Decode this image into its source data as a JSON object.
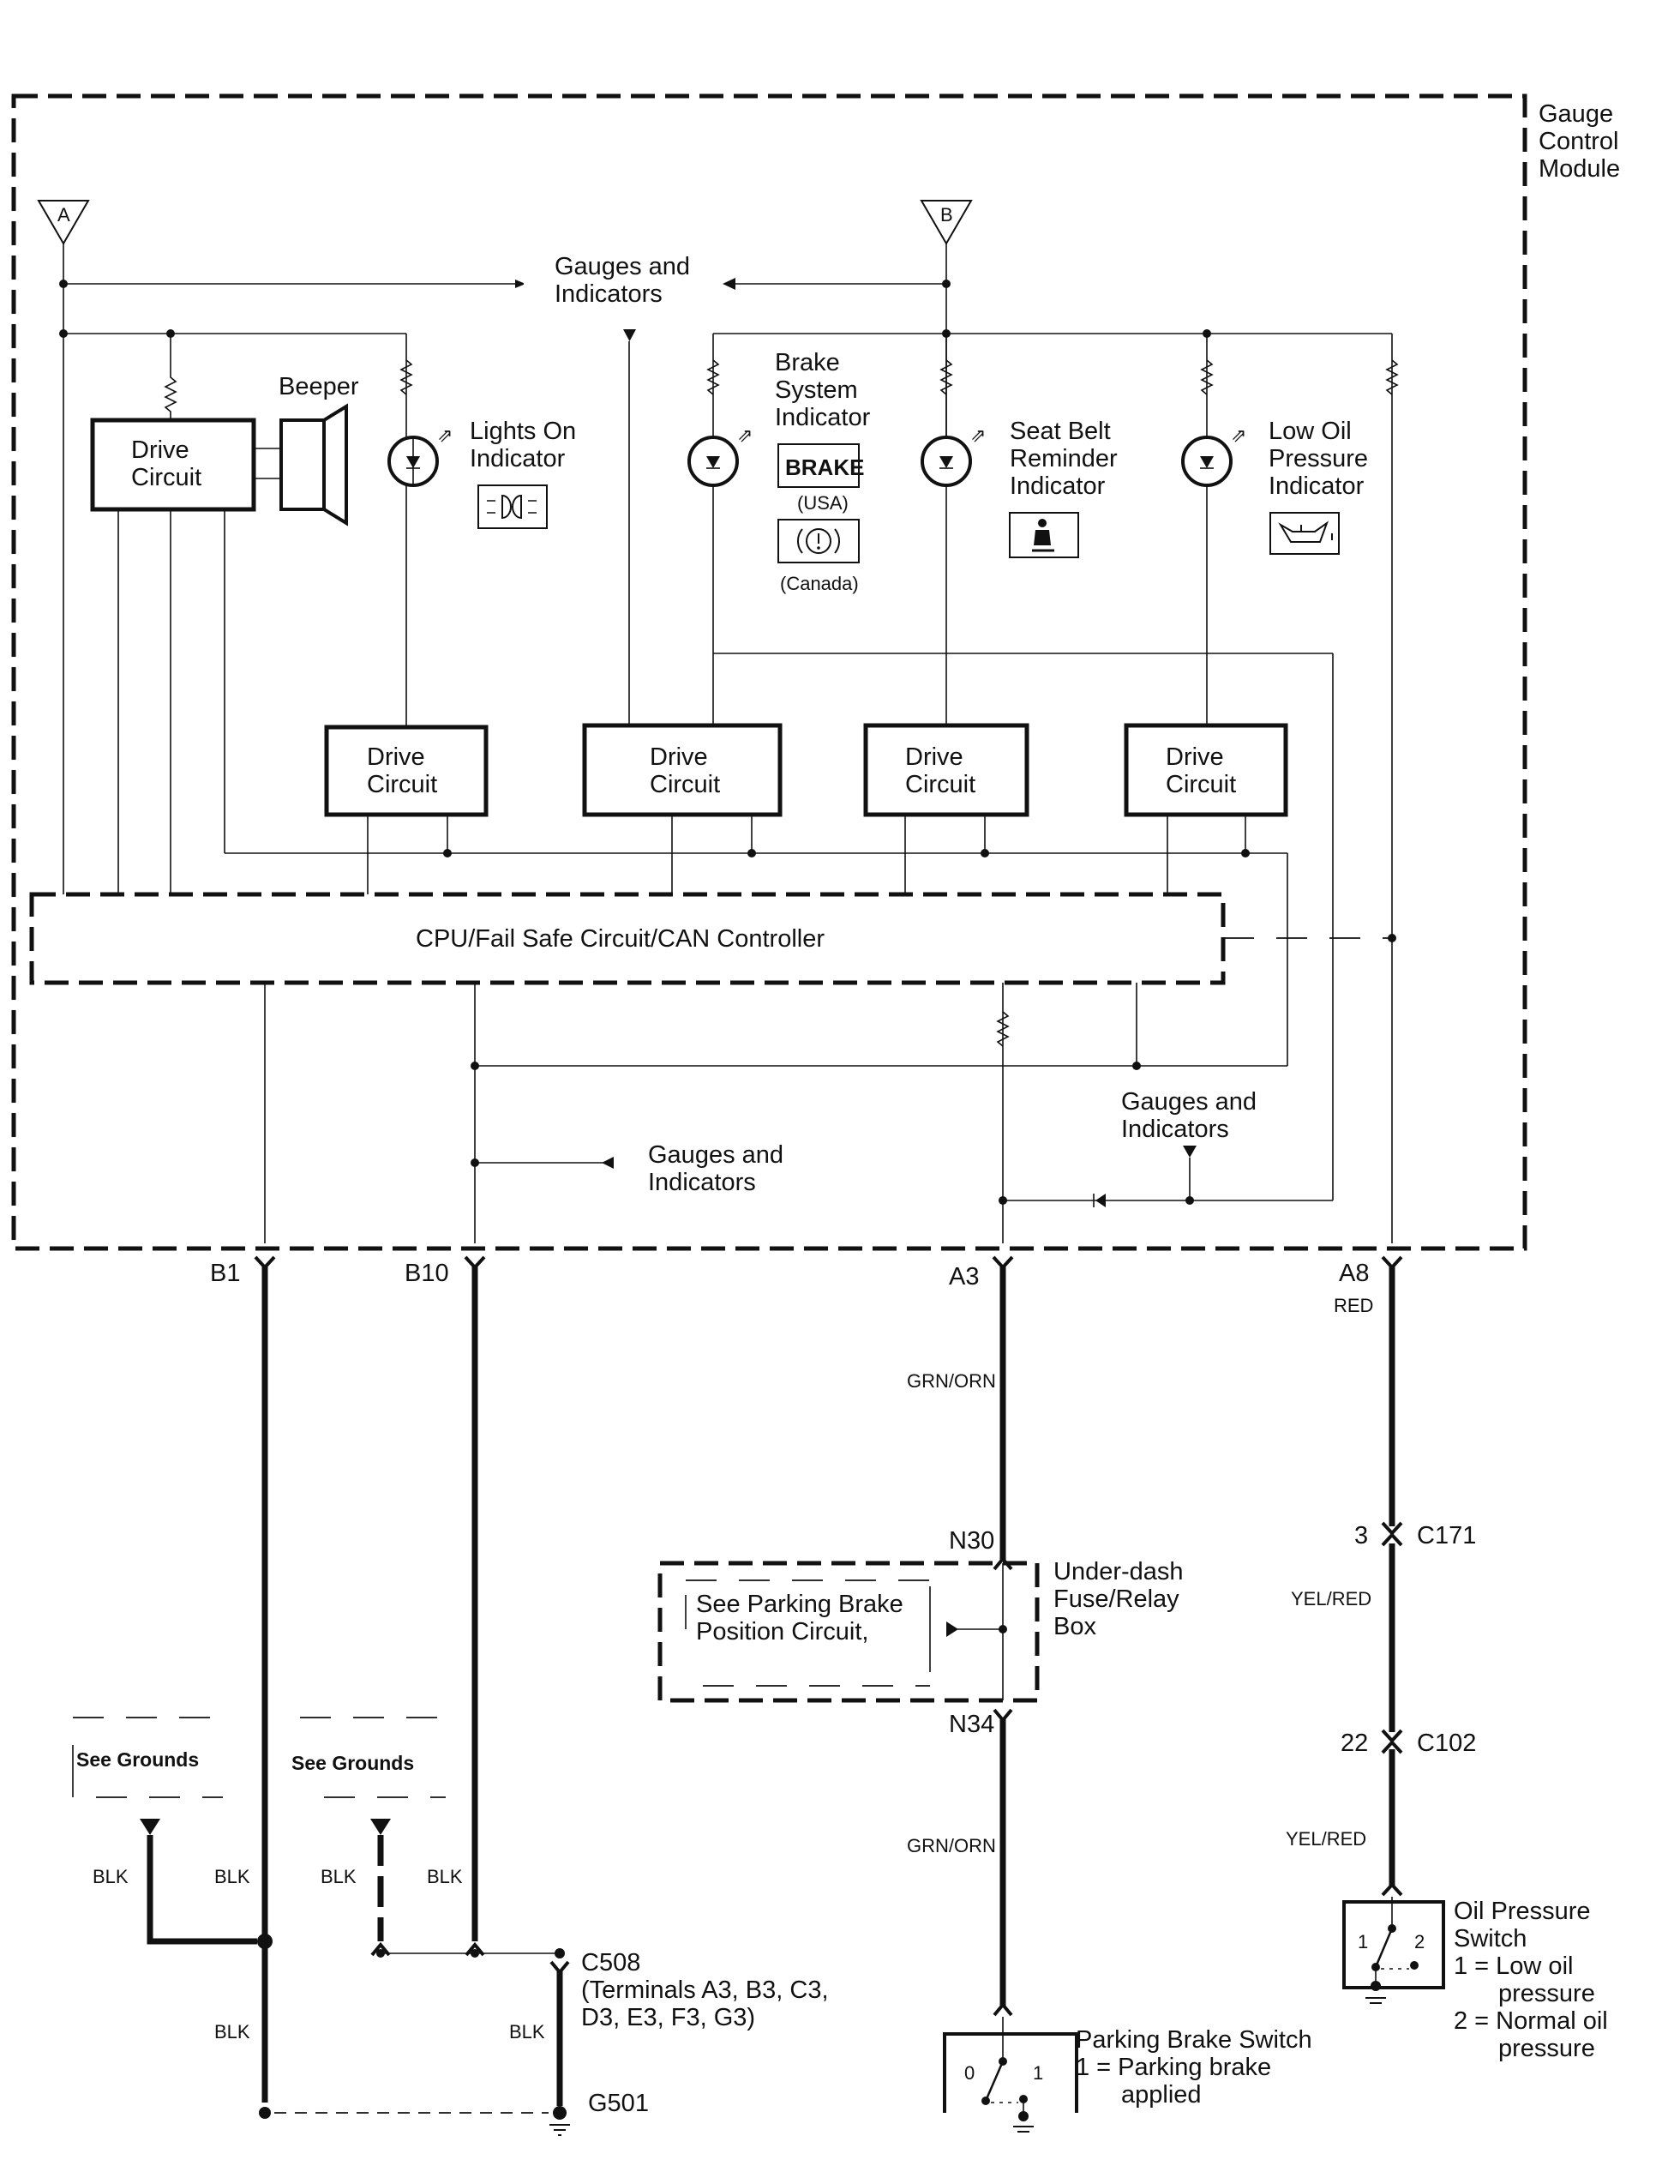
{
  "module": {
    "title_lines": [
      "Gauge",
      "Control",
      "Module"
    ],
    "connector_refs": [
      "A",
      "B"
    ],
    "cpu_label": "CPU/Fail Safe Circuit/CAN Controller",
    "gauges_label_lines": [
      "Gauges and",
      "Indicators"
    ],
    "drive_circuit_lines": [
      "Drive",
      "Circuit"
    ],
    "beeper_label": "Beeper",
    "indicators": [
      {
        "name": "lights-on",
        "lines": [
          "Lights On",
          "Indicator"
        ],
        "icon": "headlight-icon"
      },
      {
        "name": "brake-system",
        "lines": [
          "Brake",
          "System",
          "Indicator"
        ],
        "icon": "brake-icon",
        "usa_text": "BRAKE",
        "usa_label": "(USA)",
        "canada_label": "(Canada)"
      },
      {
        "name": "seat-belt",
        "lines": [
          "Seat Belt",
          "Reminder",
          "Indicator"
        ],
        "icon": "seatbelt-icon"
      },
      {
        "name": "low-oil",
        "lines": [
          "Low Oil",
          "Pressure",
          "Indicator"
        ],
        "icon": "oil-can-icon"
      }
    ]
  },
  "terminals": {
    "b1": "B1",
    "b10": "B10",
    "a3": "A3",
    "a8": "A8"
  },
  "wires": {
    "red": "RED",
    "grn_orn": "GRN/ORN",
    "yel_red": "YEL/RED",
    "blk": "BLK"
  },
  "connectors": {
    "n30": "N30",
    "n34": "N34",
    "c171_pin": "3",
    "c171": "C171",
    "c102_pin": "22",
    "c102": "C102",
    "c508": "C508",
    "c508_terminals_lines": [
      "(Terminals A3, B3, C3,",
      "D3, E3, F3, G3)"
    ],
    "g501": "G501"
  },
  "fuse_box": {
    "label_lines": [
      "Under-dash",
      "Fuse/Relay",
      "Box"
    ],
    "reference_lines": [
      "See Parking Brake",
      "Position Circuit,"
    ]
  },
  "grounds_ref": "See Grounds",
  "parking_brake_switch": {
    "title": "Parking Brake Switch",
    "legend_lines": [
      "1 = Parking brake",
      "applied"
    ],
    "positions": [
      "0",
      "1"
    ]
  },
  "oil_pressure_switch": {
    "title_lines": [
      "Oil Pressure",
      "Switch"
    ],
    "legend_lines": [
      "1 = Low oil",
      "pressure",
      "2 = Normal oil",
      "pressure"
    ],
    "positions": [
      "1",
      "2"
    ]
  }
}
